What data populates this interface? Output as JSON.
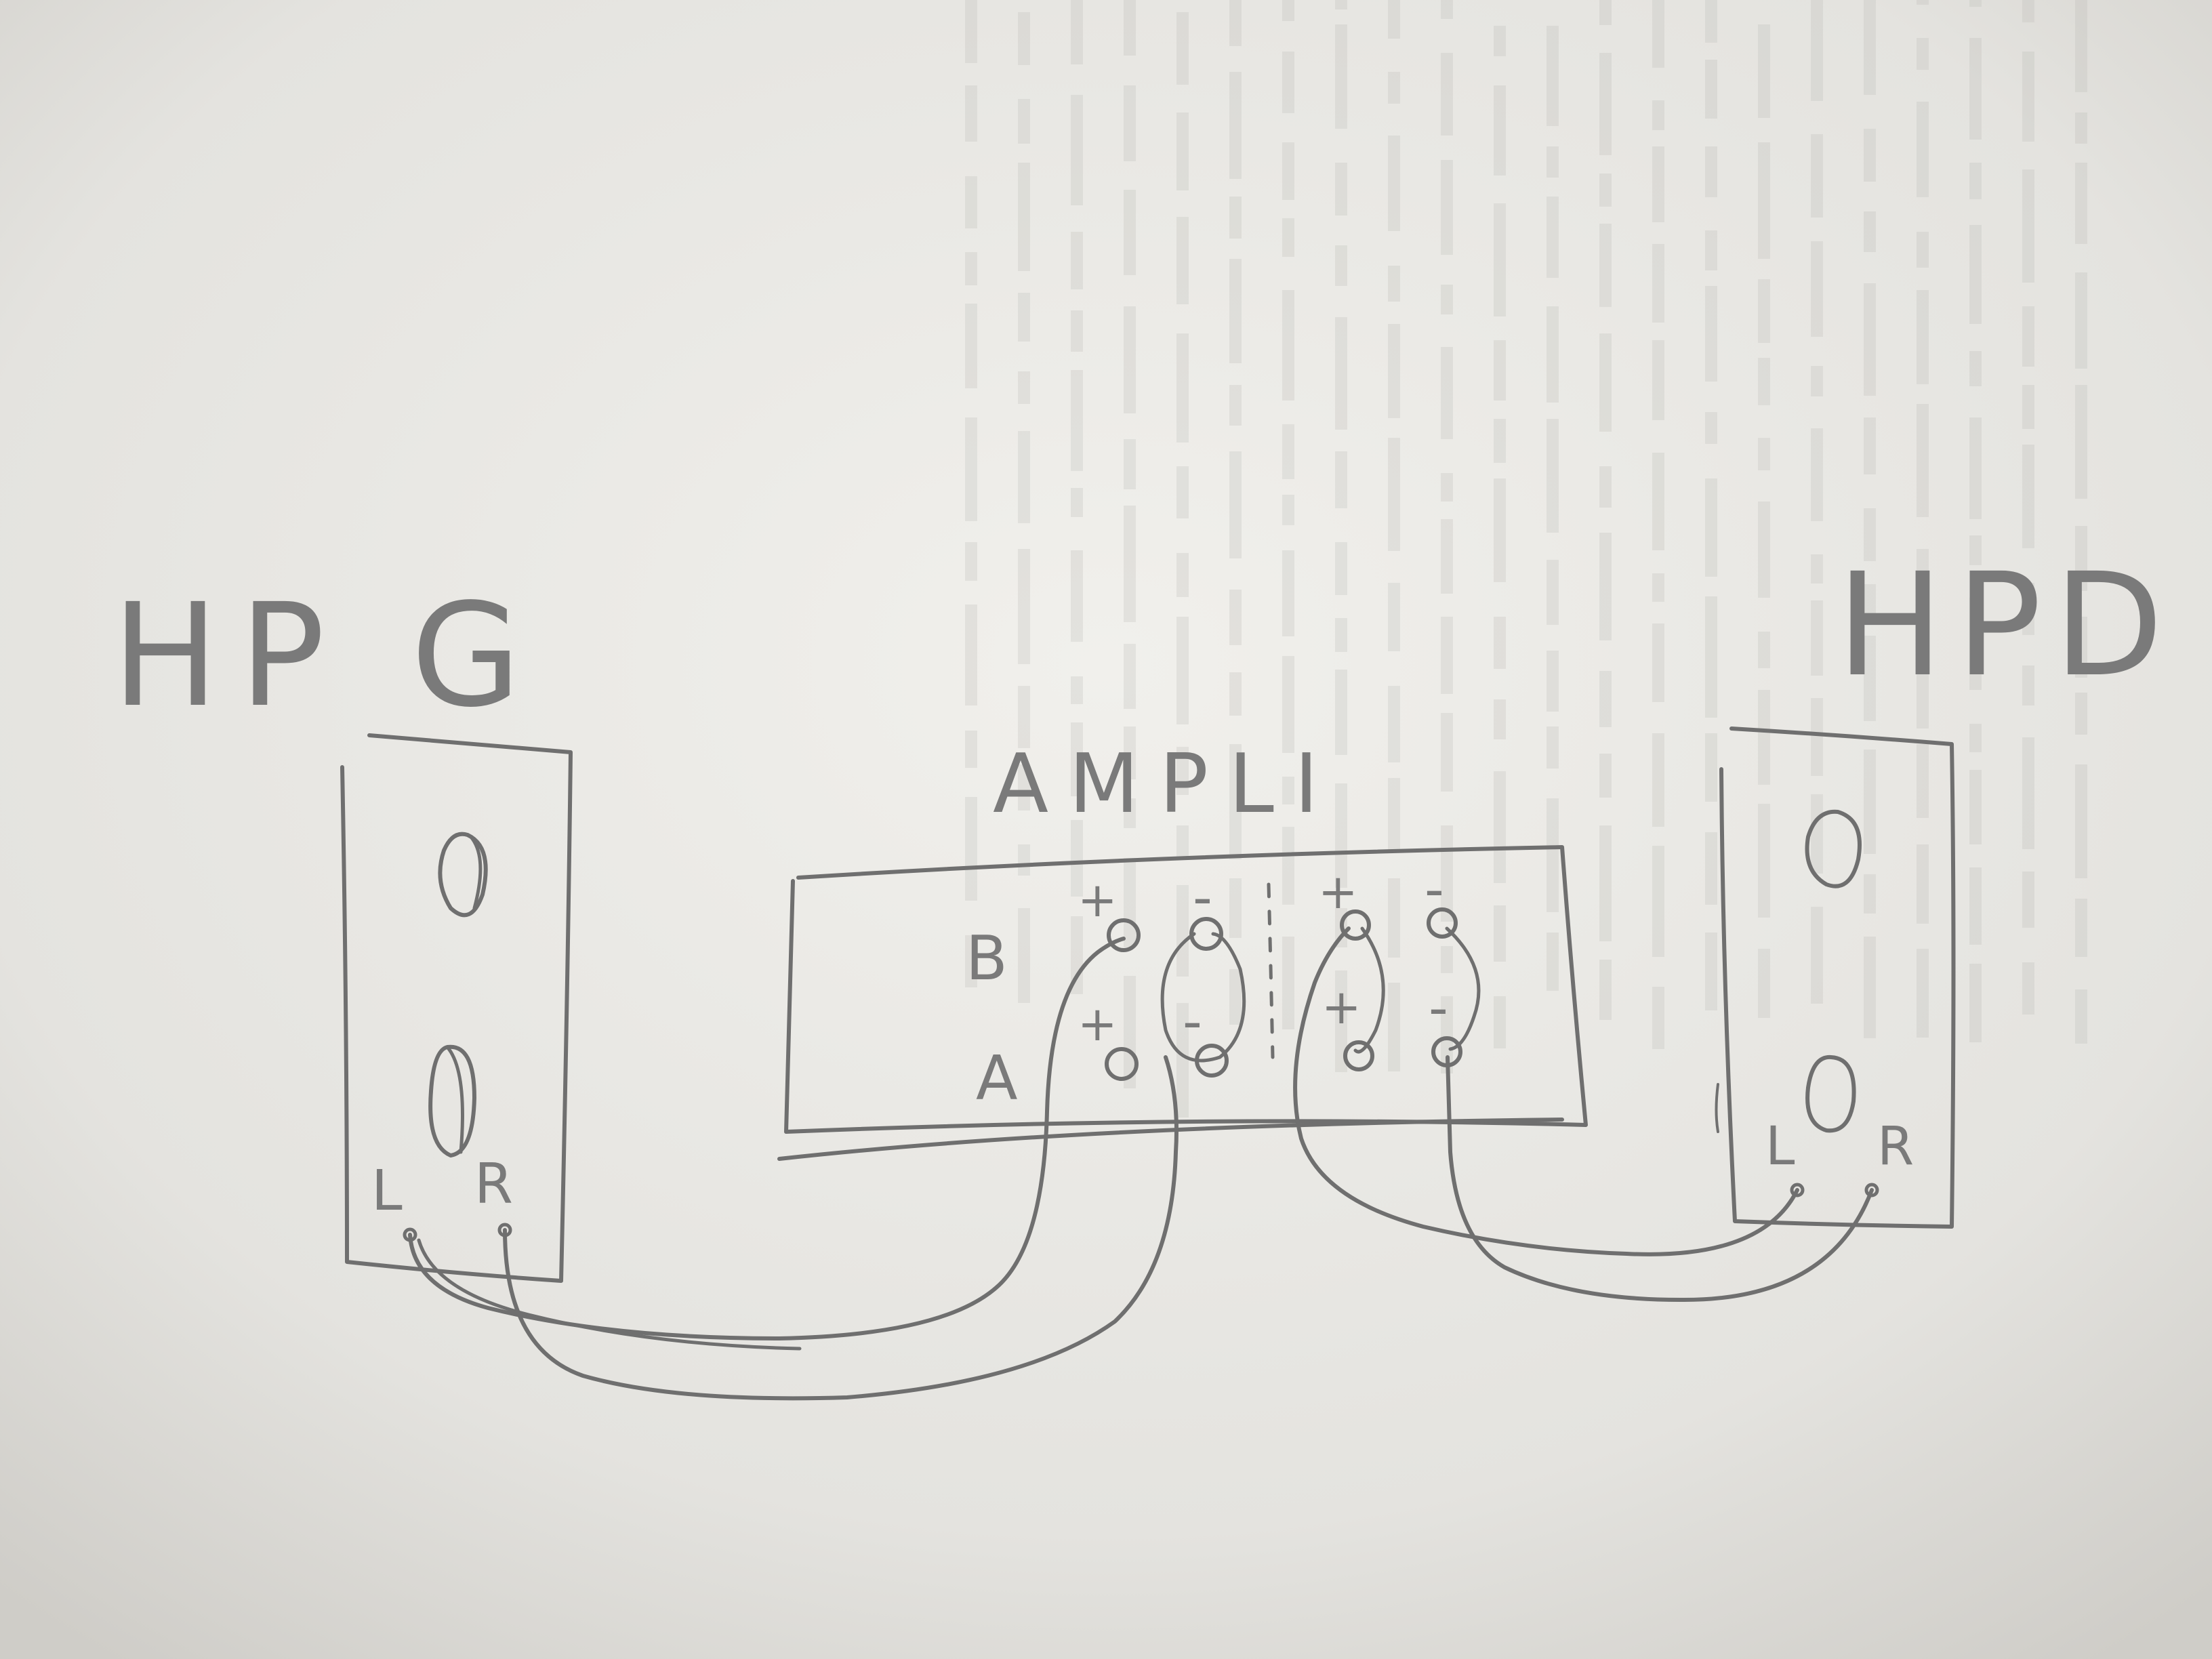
{
  "labels": {
    "left_speaker": "HP G",
    "right_speaker": "HPD",
    "amplifier": "AMPLI",
    "row_b": "B",
    "row_a": "A",
    "plus": "+",
    "minus": "-",
    "left_channel": "L",
    "right_channel": "R"
  },
  "colors": {
    "paper": "#e7e6e2",
    "pencil": "#6f6f6f",
    "bleed_through": "#b3b2ae"
  }
}
